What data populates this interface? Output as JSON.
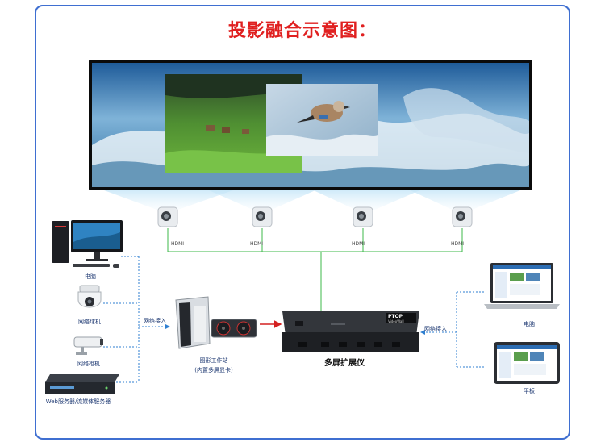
{
  "title": "投影融合示意图：",
  "projectors": [
    {
      "port_label": "HDMI"
    },
    {
      "port_label": "HDMI"
    },
    {
      "port_label": "HDMI"
    },
    {
      "port_label": "HDMI"
    }
  ],
  "left_devices": {
    "pc": "电脑",
    "dome_camera": "网络球机",
    "bullet_camera": "网络枪机",
    "server": "Web服务器/流媒体服务器",
    "network_in": "网络接入"
  },
  "workstation": {
    "line1": "图形工作站",
    "line2": "(内置多屏显卡)"
  },
  "processor": {
    "label": "多屏扩展仪",
    "brand": "PTOP",
    "model": "VideoWall"
  },
  "right_devices": {
    "network_in": "网络接入",
    "laptop": "电脑",
    "tablet": "平板"
  },
  "colors": {
    "title": "#e02020",
    "frame": "#3f6fd1",
    "hdmi_line": "#3cb84a",
    "net_line": "#2f7fd0",
    "arrow_red": "#d42020"
  }
}
